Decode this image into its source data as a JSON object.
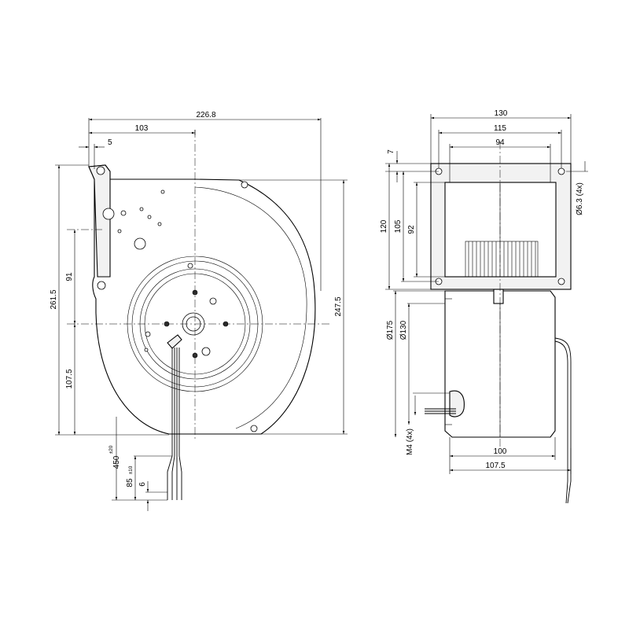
{
  "front_view": {
    "dimensions": {
      "overall_width": "226.8",
      "inlet_offset": "103",
      "flange_offset": "5",
      "total_height": "261.5",
      "flange_height": "247.5",
      "upper_center": "91",
      "lower_center": "107.5",
      "cable_length": "450",
      "cable_length_tol": "±20",
      "strip_length": "85",
      "strip_length_tol": "±10",
      "wire_end": "6"
    }
  },
  "side_view": {
    "dimensions": {
      "outer_width": "130",
      "hole_spacing": "115",
      "inner_width": "94",
      "flange_offset": "7",
      "outlet_height": "120",
      "hole_spacing_v": "105",
      "inner_height": "92",
      "mount_holes": "Ø6.3 (4x)",
      "diameter_175": "Ø175",
      "diameter_130": "Ø130",
      "thread": "M4 (4x)",
      "housing_width": "100",
      "overall_depth": "107.5"
    }
  }
}
